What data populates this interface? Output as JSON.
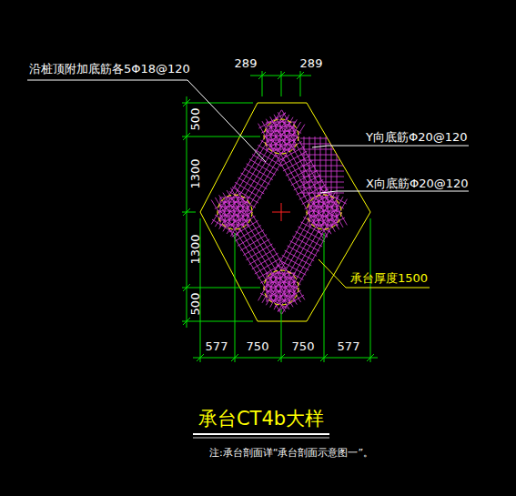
{
  "diagram": {
    "title": "承台CT4b大样",
    "caption": "注:承台剖面详“承台剖面示意图一”。",
    "labels": [
      "沿桩顶附加底筋各5Φ18@120",
      "289",
      "289",
      "Y向底筋Φ20@120",
      "X向底筋Φ20@120",
      "500",
      "1300",
      "1300",
      "500",
      "577",
      "750",
      "750",
      "577",
      "承台厚度1500"
    ]
  }
}
